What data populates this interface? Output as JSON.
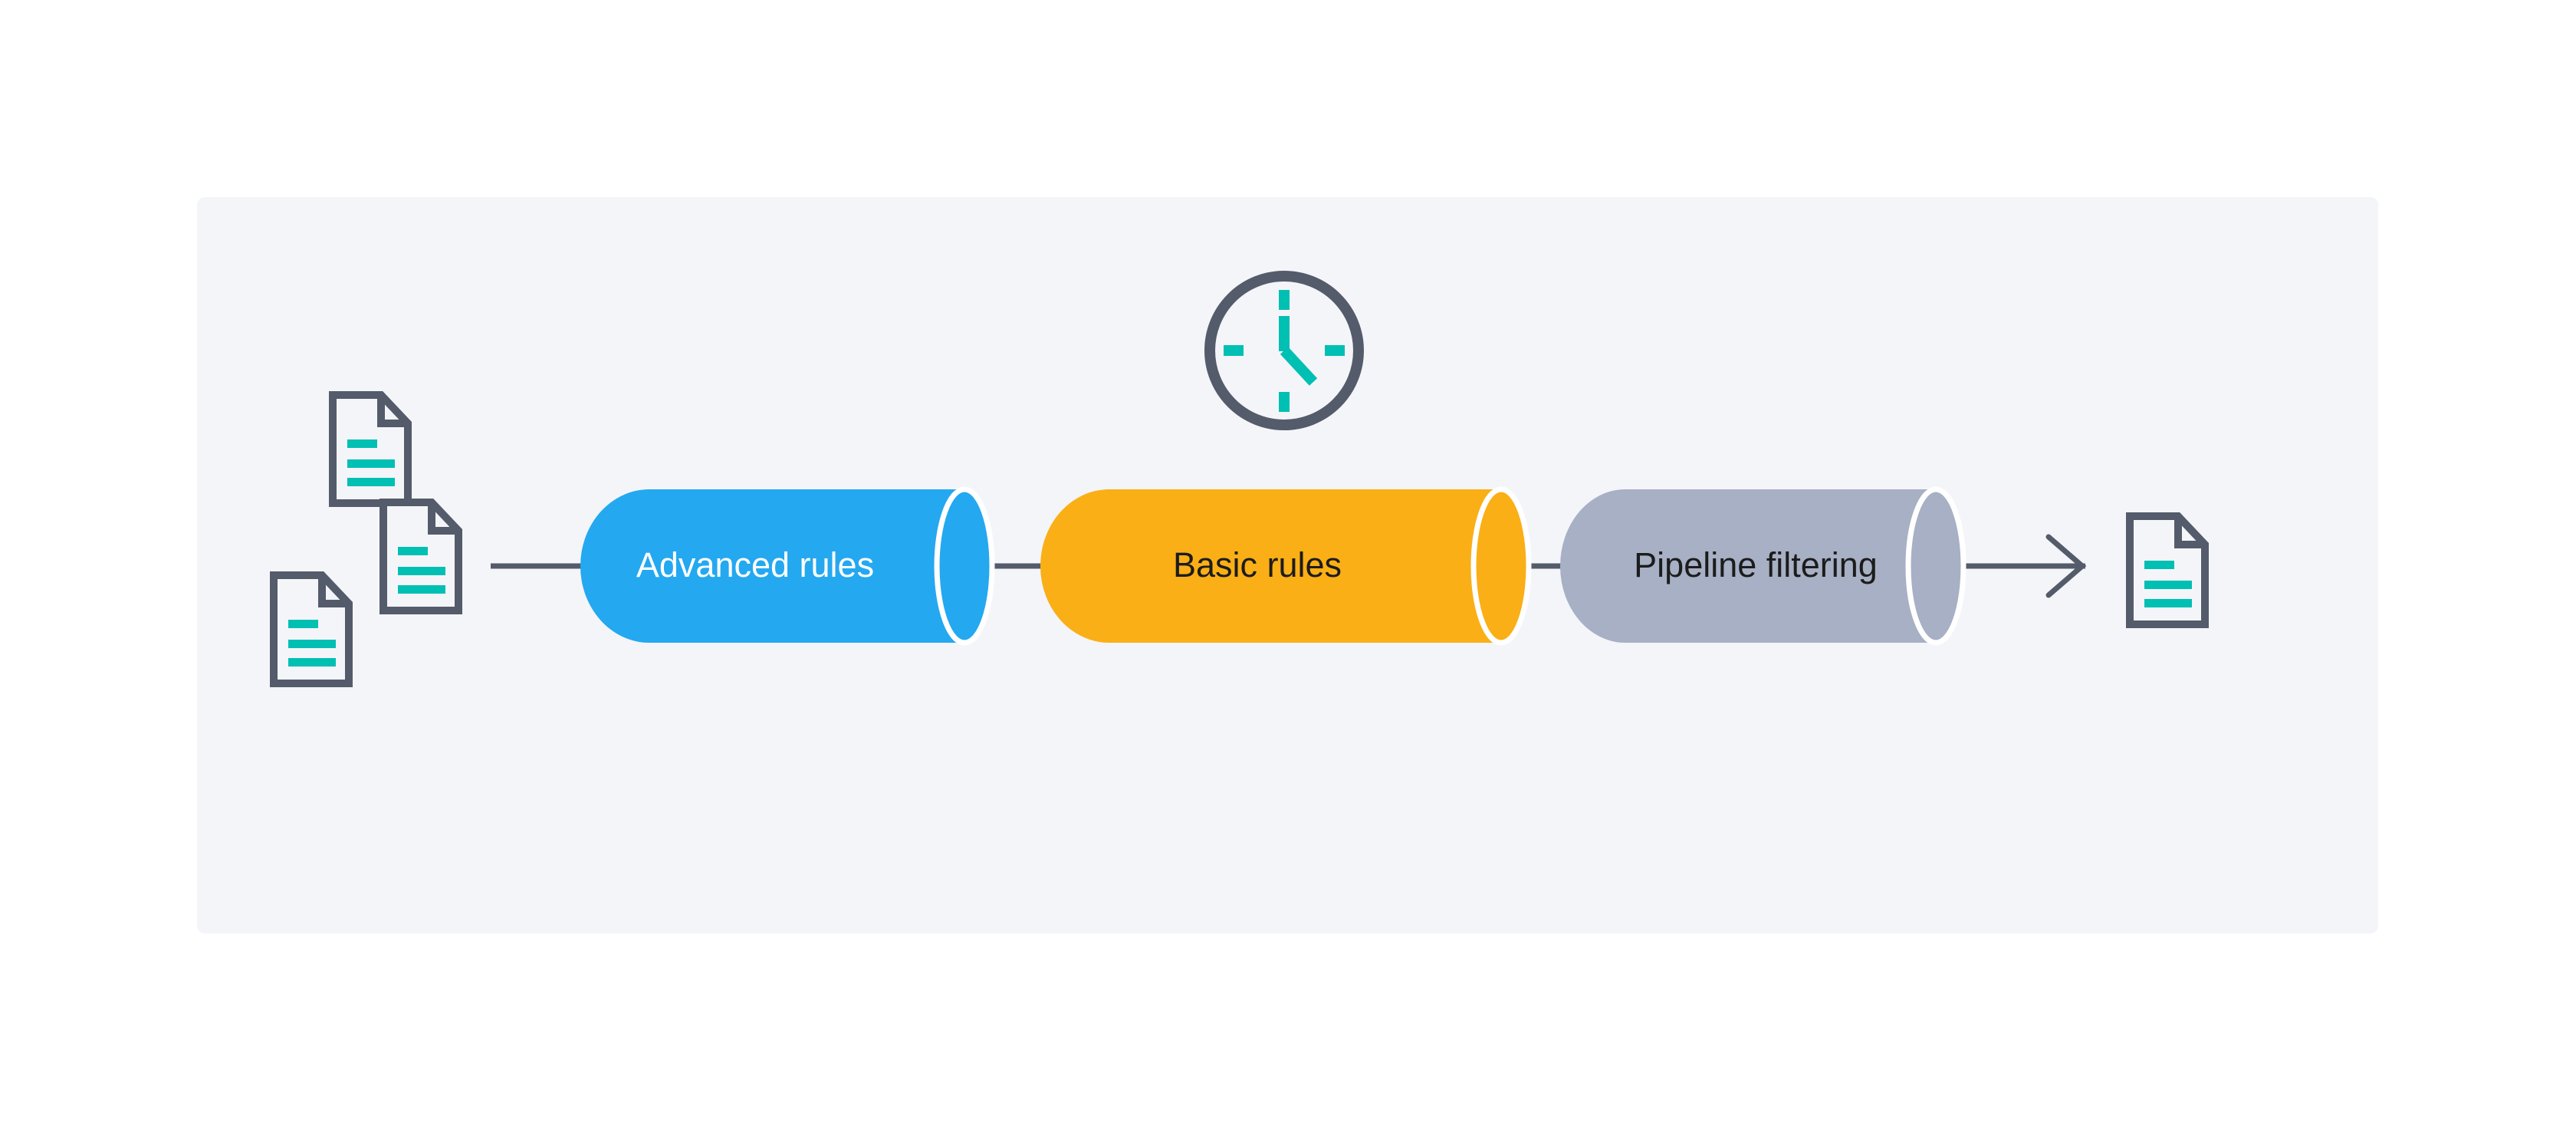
{
  "panel": {
    "background_color": "#f4f5f9",
    "border_radius": 10
  },
  "palette": {
    "slate": "#545b6a",
    "teal": "#00bfb3",
    "blue": "#24a8f0",
    "orange": "#faaf16",
    "gray": "#a7b0c4",
    "white": "#ffffff",
    "dark_text": "#1c1c1c",
    "panel_bg": "#f4f5f9"
  },
  "inputs": {
    "name": "source-documents",
    "count": 3,
    "icon": "document-icon",
    "line_count_per_doc": 3
  },
  "clock": {
    "name": "clock-icon",
    "ring_color": "#545b6a",
    "hand_color": "#00bfb3",
    "tick_count": 4,
    "reads": "12:22"
  },
  "pipeline": {
    "stages": [
      {
        "id": "advanced-rules",
        "label": "Advanced rules",
        "fill": "#24a8f0",
        "text_color": "#ffffff",
        "cap_stroke": "#ffffff"
      },
      {
        "id": "basic-rules",
        "label": "Basic rules",
        "fill": "#faaf16",
        "text_color": "#1c1c1c",
        "cap_stroke": "#ffffff"
      },
      {
        "id": "pipeline-filtering",
        "label": "Pipeline filtering",
        "fill": "#a7b0c4",
        "text_color": "#1c1c1c",
        "cap_stroke": "#ffffff"
      }
    ]
  },
  "output": {
    "name": "output-document",
    "icon": "document-icon",
    "arrow": "arrow-right-icon",
    "line_count": 3
  }
}
